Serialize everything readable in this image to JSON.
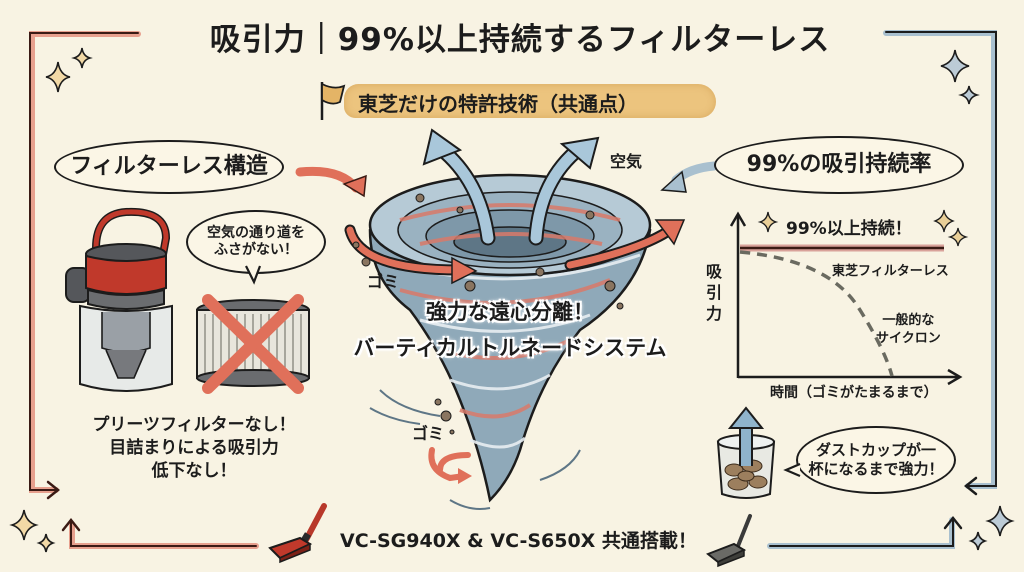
{
  "header": {
    "title": "吸引力｜99%以上持続するフィルターレス",
    "subtitle": "東芝だけの特許技術（共通点）"
  },
  "left_panel": {
    "heading_bubble": "フィルターレス構造",
    "speech_bubble_line1": "空気の通り道を",
    "speech_bubble_line2": "ふさがない！",
    "caption_line1": "プリーツフィルターなし！",
    "caption_line2": "目詰まりによる吸引力",
    "caption_line3": "低下なし！",
    "icons": [
      "cyclone-dust-unit",
      "pleated-filter-crossed-out"
    ]
  },
  "center_panel": {
    "air_label": "空気",
    "dust_label_upper": "ゴミ",
    "dust_label_lower": "ゴミ",
    "headline_line1": "強力な遠心分離！",
    "headline_line2": "バーティカルトルネードシステム"
  },
  "right_panel": {
    "heading_bubble": "99%の吸引持続率",
    "dust_cup_bubble_line1": "ダストカップが一",
    "dust_cup_bubble_line2": "杯になるまで強力！"
  },
  "footer": {
    "models_text": "VC-SG940X & VC-S650X 共通搭載！"
  },
  "colors": {
    "background": "#f8f3e3",
    "accent_red": "#e0705a",
    "accent_blue": "#9fbfd2",
    "banner": "#ecc47e",
    "line_red": "#b04a3a",
    "dashed_gray": "#6a6a60"
  },
  "chart_data": {
    "type": "line",
    "title": "99%以上持続！",
    "xlabel": "時間（ゴミがたまるまで）",
    "ylabel": "吸引力",
    "x": [
      0,
      0.2,
      0.4,
      0.6,
      0.8,
      1.0
    ],
    "series": [
      {
        "name": "東芝フィルターレス",
        "style": "solid",
        "values": [
          99,
          99,
          99,
          99,
          99,
          99
        ]
      },
      {
        "name": "一般的なサイクロン",
        "style": "dashed",
        "values": [
          99,
          92,
          80,
          62,
          35,
          0
        ]
      }
    ],
    "ylim": [
      0,
      100
    ],
    "grid": false,
    "legend": "inline labels"
  }
}
